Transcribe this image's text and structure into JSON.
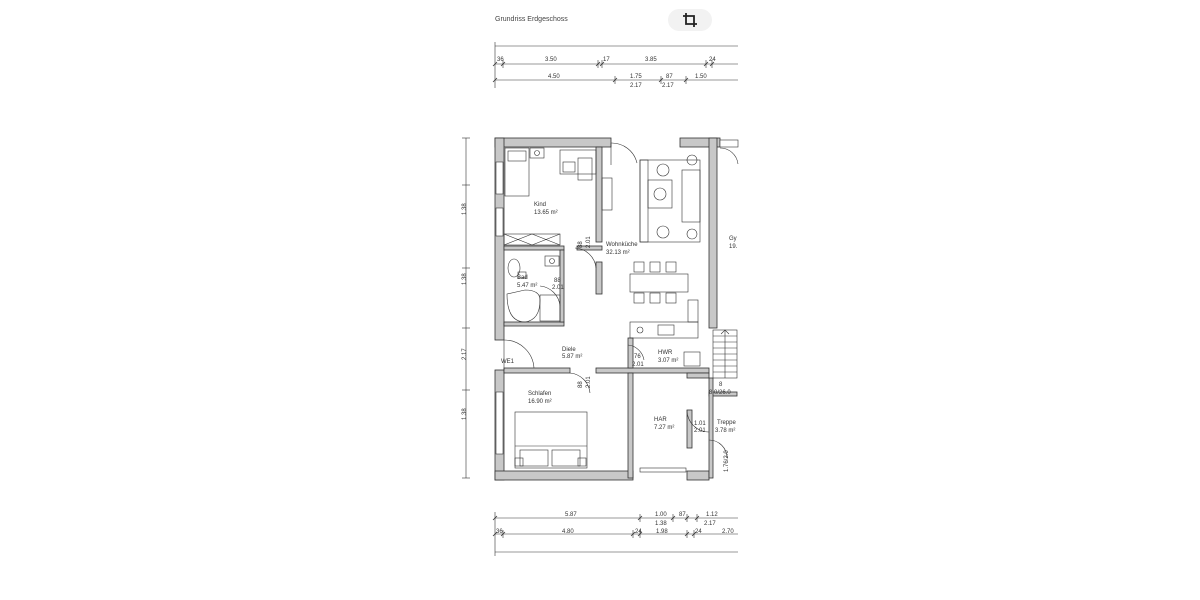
{
  "title": "Grundriss Erdgeschoss",
  "toolbar": {
    "crop_icon": "crop-icon"
  },
  "dimensions": {
    "top_row1": [
      "36",
      "3.50",
      "17",
      "3.85",
      "24"
    ],
    "top_row2": [
      "4.50",
      "1.75",
      "87",
      "1.50"
    ],
    "top_row2_sub": [
      "2.17",
      "2.17"
    ],
    "bottom_row1": [
      "5.87",
      "1.00",
      "87",
      "1.12"
    ],
    "bottom_row1_sub": [
      "1.38",
      "2.17"
    ],
    "bottom_row2": [
      "36",
      "4.80",
      "24",
      "1.98",
      "24",
      "2.70"
    ],
    "left": [
      "1.38",
      "1.38",
      "2.17",
      "1.38"
    ]
  },
  "rooms": {
    "kind": {
      "name": "Kind",
      "area": "13.65 m²"
    },
    "wohnkueche": {
      "name": "Wohnküche",
      "area": "32.13 m²"
    },
    "bad": {
      "name": "Bad",
      "area": "5.47 m²"
    },
    "diele": {
      "name": "Diele",
      "area": "5.87 m²"
    },
    "hwr": {
      "name": "HWR",
      "area": "3.07 m²"
    },
    "schlafen": {
      "name": "Schlafen",
      "area": "16.90 m²"
    },
    "har": {
      "name": "HAR",
      "area": "7.27 m²"
    },
    "treppe": {
      "name": "Treppe",
      "area": "3.78 m²"
    },
    "gym": {
      "name": "Gy",
      "area": "19."
    }
  },
  "labels": {
    "we1": "WE1",
    "stairs": "8",
    "stairs_sub": "8.0/26.0",
    "door_kind": [
      "88",
      "2.01"
    ],
    "door_bad": [
      "88",
      "2.01"
    ],
    "door_hwr": [
      "76",
      "2.01"
    ],
    "door_schlafen": [
      "88",
      "2.01"
    ],
    "door_har": [
      "1.01",
      "2.01"
    ],
    "stair_dim": "1.76/2.0"
  }
}
